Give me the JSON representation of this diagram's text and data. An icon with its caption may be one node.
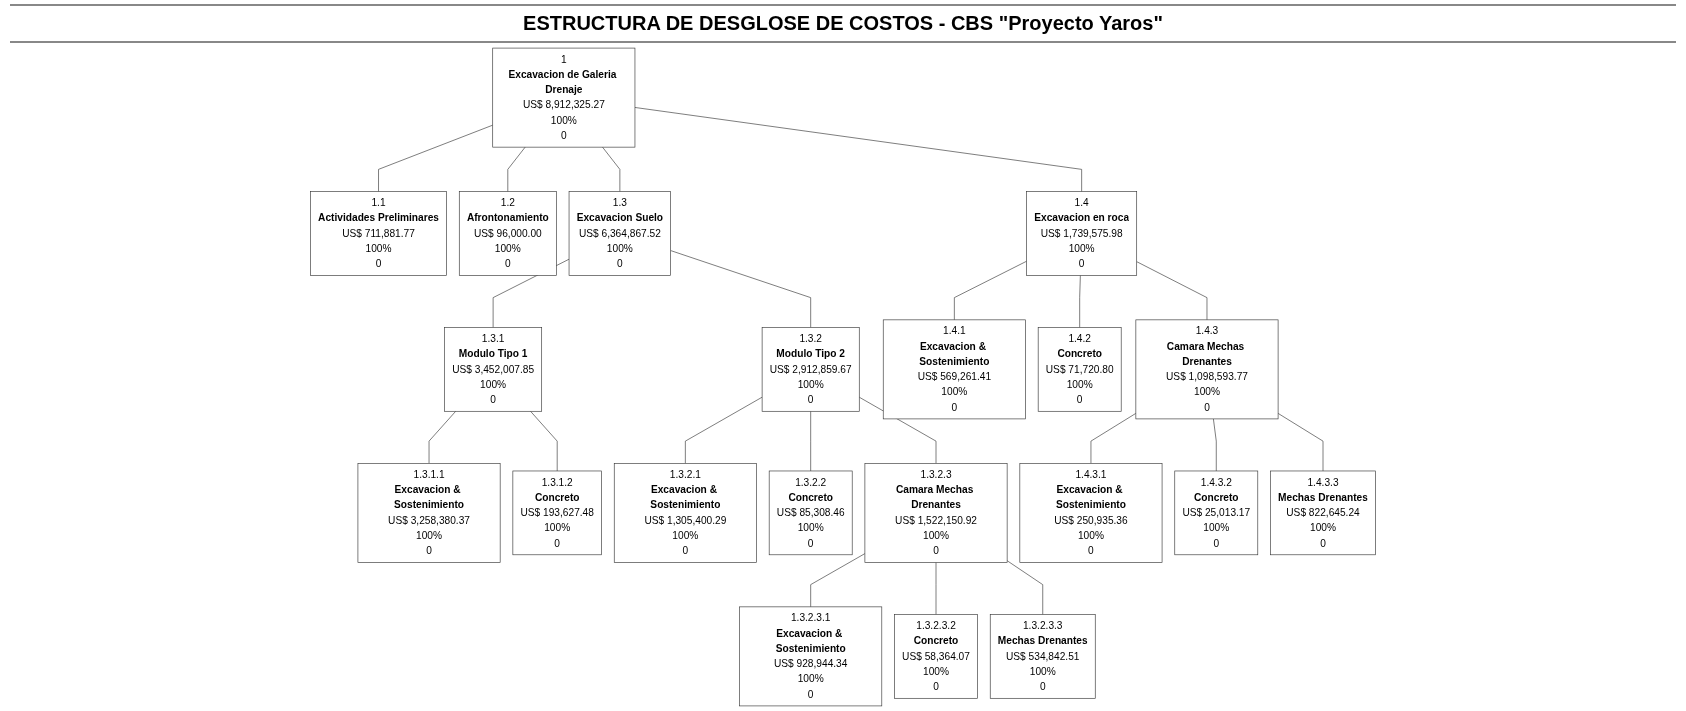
{
  "diagram": {
    "title": "ESTRUCTURA DE DESGLOSE DE COSTOS - CBS \"Proyecto Yaros\"",
    "nodes": [
      {
        "text": [
          "1",
          "Excavacion de Galeria Drenaje",
          "US$ 8,912,325.27",
          "100%",
          "0"
        ]
      },
      {
        "text": [
          "1.1",
          "Actividades Preliminares",
          "US$ 711,881.77",
          "100%",
          "0"
        ]
      },
      {
        "text": [
          "1.2",
          "Afrontonamiento",
          "US$ 96,000.00",
          "100%",
          "0"
        ]
      },
      {
        "text": [
          "1.3",
          "Excavacion Suelo",
          "US$ 6,364,867.52",
          "100%",
          "0"
        ]
      },
      {
        "text": [
          "1.3.1",
          "Modulo Tipo 1",
          "US$ 3,452,007.85",
          "100%",
          "0"
        ]
      },
      {
        "text": [
          "1.3.1.1",
          "Excavacion & Sostenimiento",
          "US$ 3,258,380.37",
          "100%",
          "0"
        ]
      },
      {
        "text": [
          "1.3.1.2",
          "Concreto",
          "US$ 193,627.48",
          "100%",
          "0"
        ]
      },
      {
        "text": [
          "1.3.2",
          "Modulo Tipo 2",
          "US$ 2,912,859.67",
          "100%",
          "0"
        ]
      },
      {
        "text": [
          "1.3.2.1",
          "Excavacion & Sostenimiento",
          "US$ 1,305,400.29",
          "100%",
          "0"
        ]
      },
      {
        "text": [
          "1.3.2.2",
          "Concreto",
          "US$ 85,308.46",
          "100%",
          "0"
        ]
      },
      {
        "text": [
          "1.3.2.3",
          "Camara Mechas Drenantes",
          "US$ 1,522,150.92",
          "100%",
          "0"
        ]
      },
      {
        "text": [
          "1.3.2.3.1",
          "Excavacion & Sostenimiento",
          "US$ 928,944.34",
          "100%",
          "0"
        ]
      },
      {
        "text": [
          "1.3.2.3.2",
          "Concreto",
          "US$ 58,364.07",
          "100%",
          "0"
        ]
      },
      {
        "text": [
          "1.3.2.3.3",
          "Mechas Drenantes",
          "US$ 534,842.51",
          "100%",
          "0"
        ]
      },
      {
        "text": [
          "1.4",
          "Excavacion en roca",
          "US$ 1,739,575.98",
          "100%",
          "0"
        ]
      },
      {
        "text": [
          "1.4.1",
          "Excavacion & Sostenimiento",
          "US$ 569,261.41",
          "100%",
          "0"
        ]
      },
      {
        "text": [
          "1.4.2",
          "Concreto",
          "US$ 71,720.80",
          "100%",
          "0"
        ]
      },
      {
        "text": [
          "1.4.3",
          "Camara Mechas Drenantes",
          "US$ 1,098,593.77",
          "100%",
          "0"
        ]
      },
      {
        "text": [
          "1.4.3.1",
          "Excavacion & Sostenimiento",
          "US$ 250,935.36",
          "100%",
          "0"
        ]
      },
      {
        "text": [
          "1.4.3.2",
          "Concreto",
          "US$ 25,013.17",
          "100%",
          "0"
        ]
      },
      {
        "text": [
          "1.4.3.3",
          "Mechas Drenantes",
          "US$ 822,645.24",
          "100%",
          "0"
        ]
      }
    ],
    "edges": [
      {
        "from": 0,
        "to": 1,
        "arrow": "none"
      },
      {
        "from": 0,
        "to": 2,
        "arrow": "none"
      },
      {
        "from": 0,
        "to": 3,
        "arrow": "none"
      },
      {
        "from": 0,
        "to": 14,
        "arrow": "none"
      },
      {
        "from": 3,
        "to": 4,
        "arrow": "none"
      },
      {
        "from": 3,
        "to": 7,
        "arrow": "none"
      },
      {
        "from": 4,
        "to": 5,
        "arrow": "none"
      },
      {
        "from": 4,
        "to": 6,
        "arrow": "none"
      },
      {
        "from": 7,
        "to": 8,
        "arrow": "none"
      },
      {
        "from": 7,
        "to": 9,
        "arrow": "none"
      },
      {
        "from": 7,
        "to": 10,
        "arrow": "none"
      },
      {
        "from": 10,
        "to": 11,
        "arrow": "none"
      },
      {
        "from": 10,
        "to": 12,
        "arrow": "none"
      },
      {
        "from": 10,
        "to": 13,
        "arrow": "none"
      },
      {
        "from": 14,
        "to": 15,
        "arrow": "none"
      },
      {
        "from": 14,
        "to": 16,
        "arrow": "none"
      },
      {
        "from": 14,
        "to": 17,
        "arrow": "none"
      },
      {
        "from": 17,
        "to": 18,
        "arrow": "none"
      },
      {
        "from": 17,
        "to": 19,
        "arrow": "none"
      },
      {
        "from": 17,
        "to": 20,
        "arrow": "none"
      }
    ]
  }
}
